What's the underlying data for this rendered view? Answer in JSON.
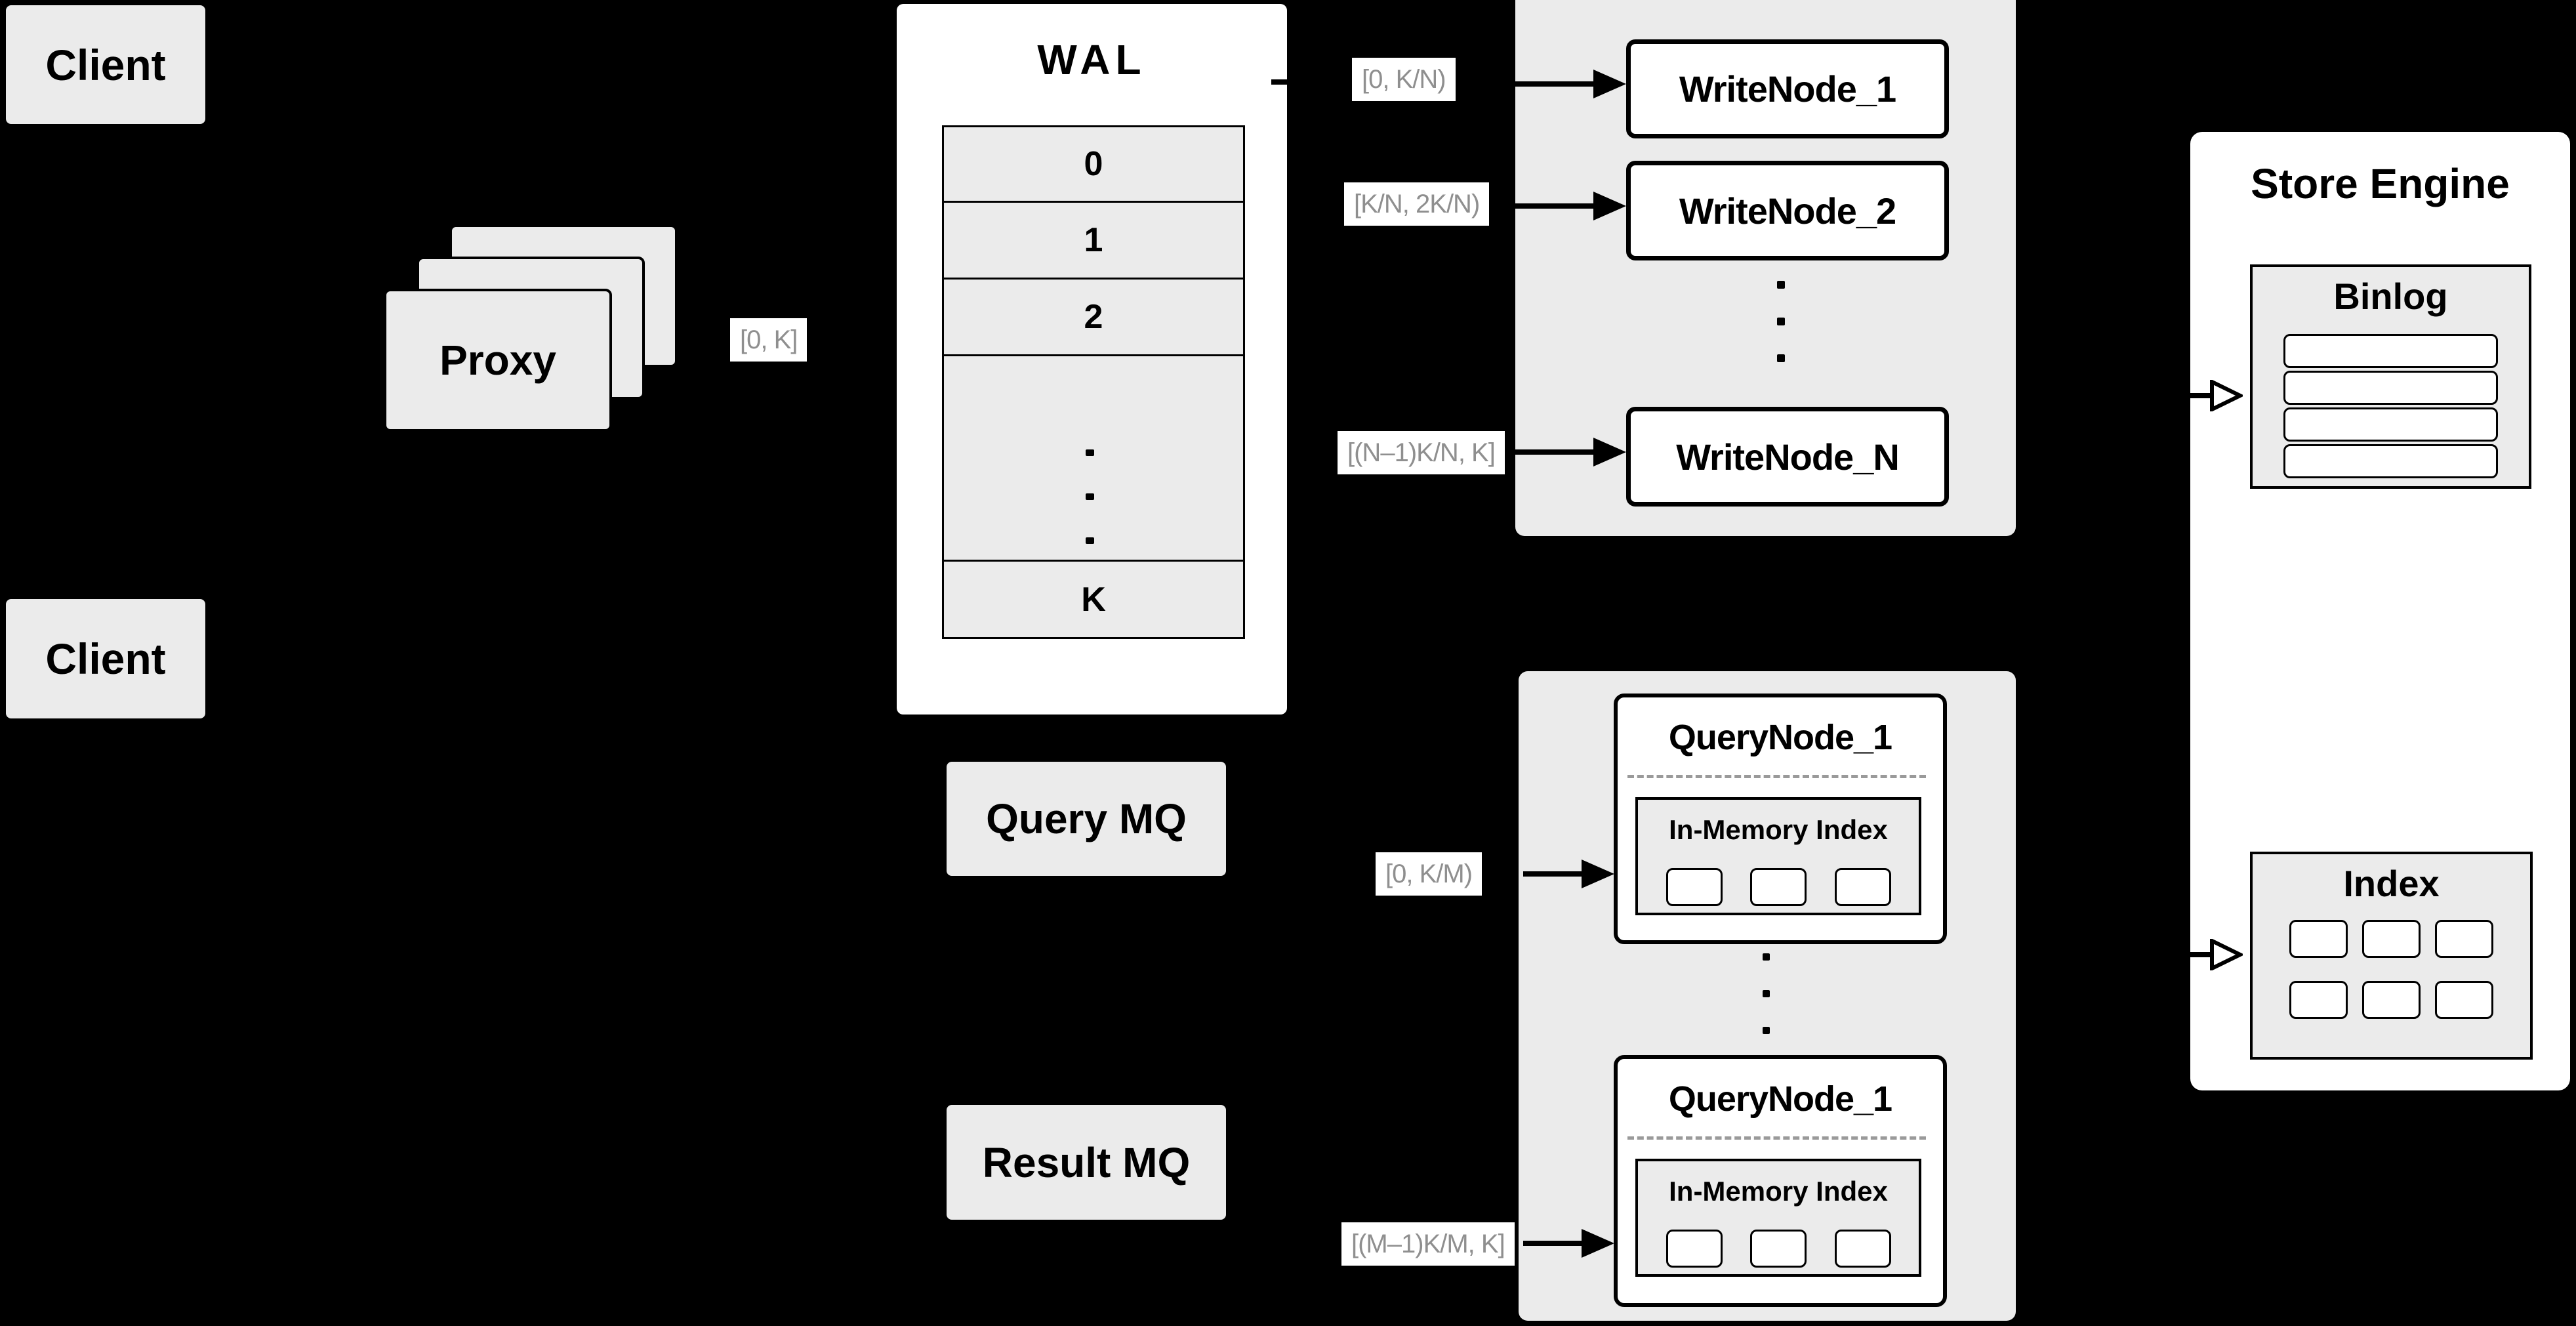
{
  "diagram": {
    "colors": {
      "background": "#000000",
      "panel_fill": "#ebebeb",
      "node_fill": "#ffffff",
      "line_color": "#000000",
      "chip_text": "#8f8f8f"
    },
    "clients": {
      "top_label": "Client",
      "bottom_label": "Client"
    },
    "proxy": {
      "label": "Proxy",
      "out_range": "[0, K]"
    },
    "wal": {
      "title": "WAL",
      "rows": [
        "0",
        "1",
        "2",
        "K"
      ]
    },
    "write_group": {
      "nodes": [
        {
          "range": "[0,  K/N)",
          "label": "WriteNode_1"
        },
        {
          "range": "[K/N, 2K/N)",
          "label": "WriteNode_2"
        },
        {
          "range": "[(N–1)K/N,  K]",
          "label": "WriteNode_N"
        }
      ]
    },
    "mq": {
      "query_label": "Query MQ",
      "result_label": "Result MQ"
    },
    "query_group": {
      "nodes": [
        {
          "range": "[0, K/M)",
          "label": "QueryNode_1",
          "index_label": "In-Memory Index"
        },
        {
          "range": "[(M–1)K/M, K]",
          "label": "QueryNode_1",
          "index_label": "In-Memory Index"
        }
      ]
    },
    "store_engine": {
      "title": "Store Engine",
      "binlog_title": "Binlog",
      "index_title": "Index"
    }
  }
}
